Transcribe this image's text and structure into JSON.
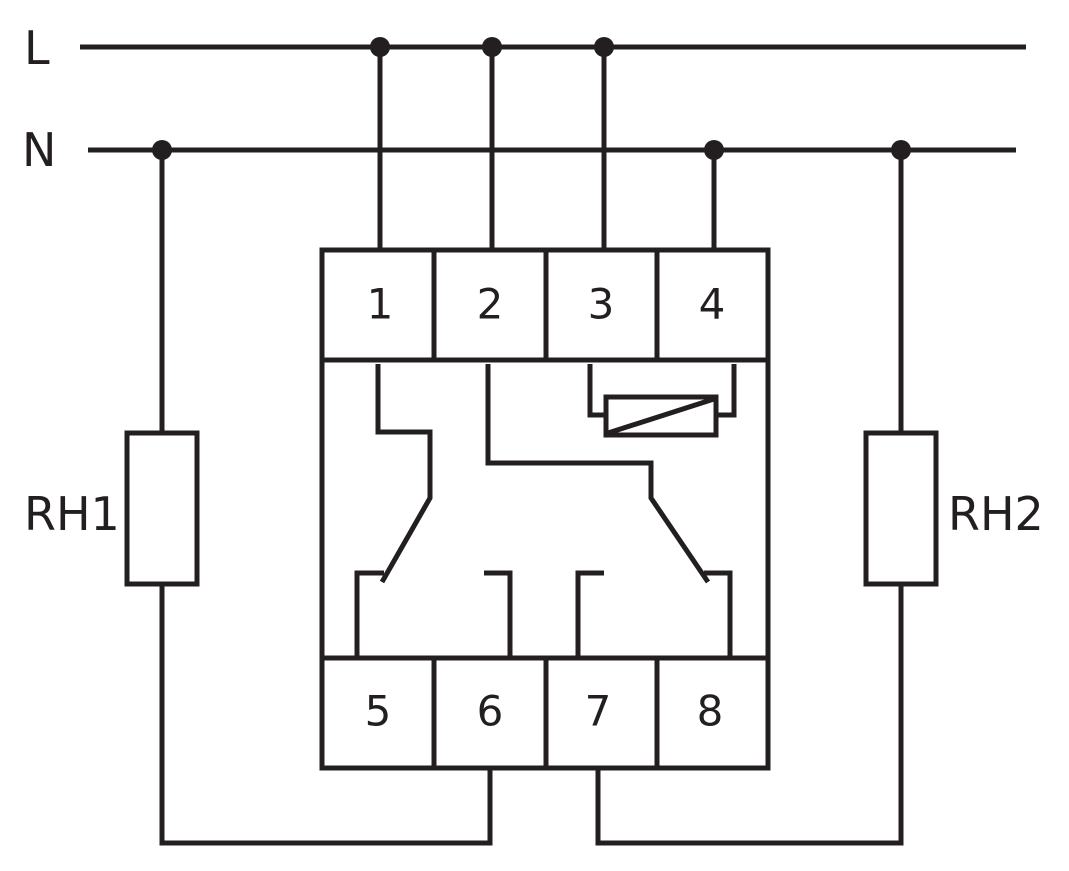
{
  "rails": {
    "line_label": "L",
    "neutral_label": "N"
  },
  "terminals_top": [
    "1",
    "2",
    "3",
    "4"
  ],
  "terminals_bottom": [
    "5",
    "6",
    "7",
    "8"
  ],
  "loads": {
    "left_label": "RH1",
    "right_label": "RH2"
  },
  "colors": {
    "ink": "#231f20",
    "background": "#ffffff"
  }
}
